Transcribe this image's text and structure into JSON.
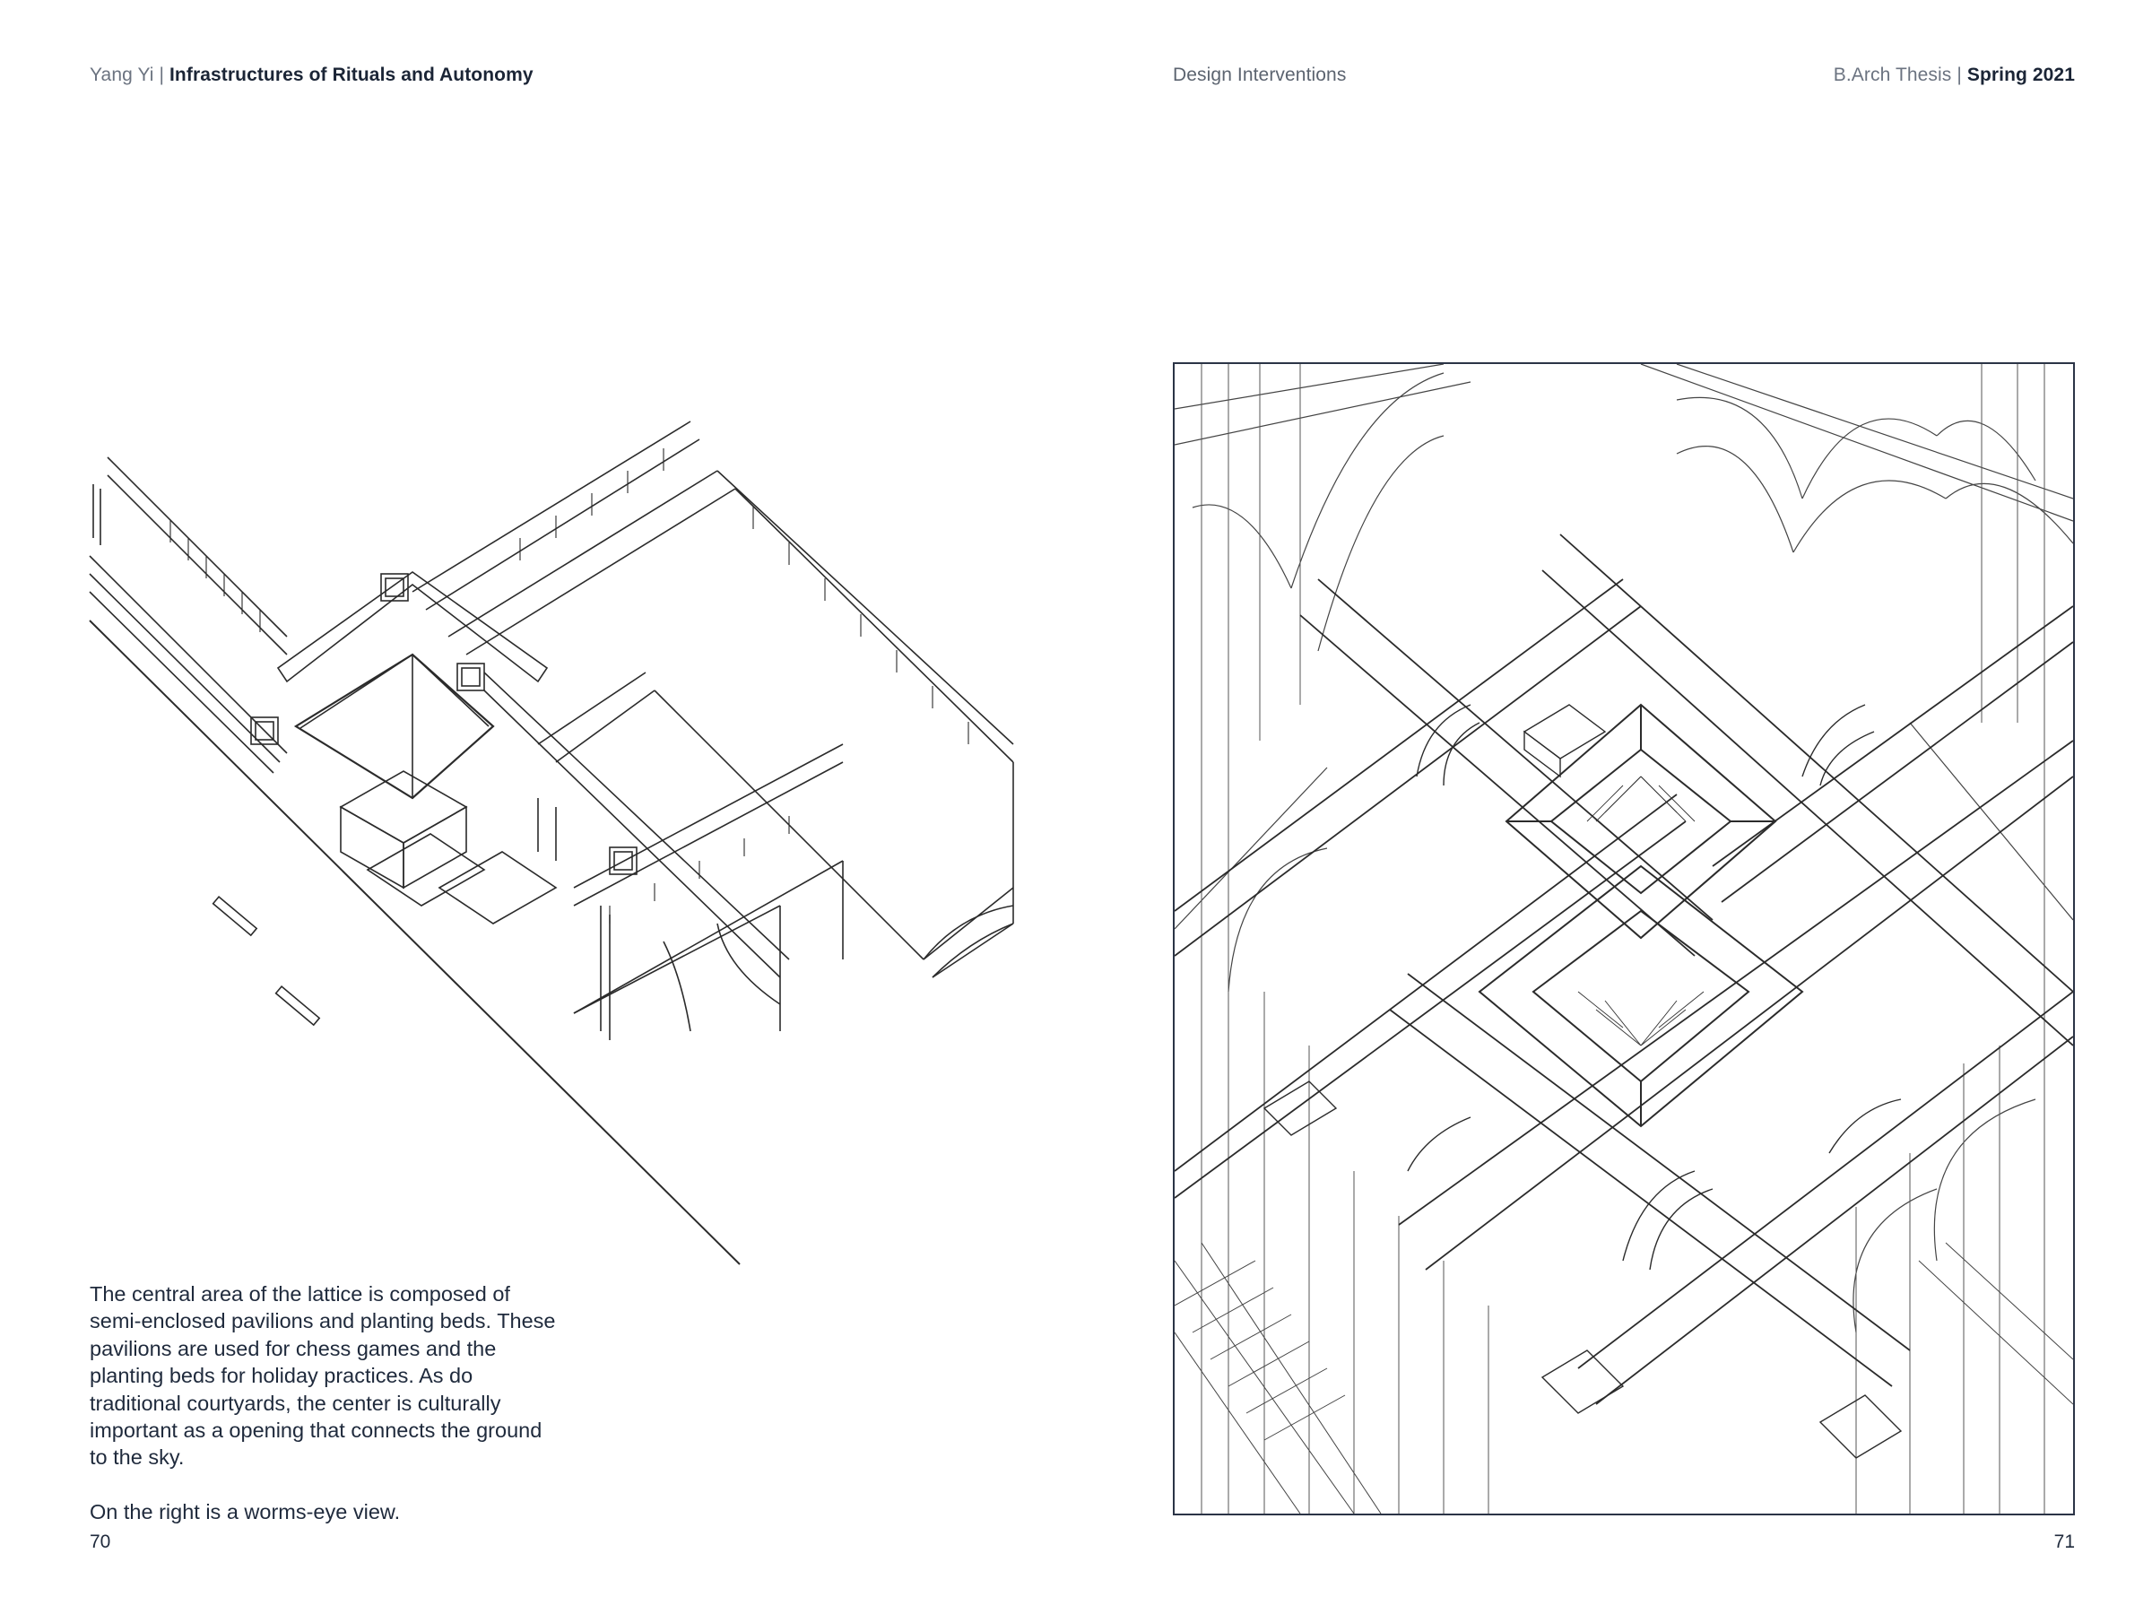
{
  "header": {
    "left_author": "Yang Yi",
    "left_separator": " | ",
    "left_title": "Infrastructures of Rituals and Autonomy",
    "center": "Design Interventions",
    "right_program": "B.Arch Thesis",
    "right_separator": " | ",
    "right_term": "Spring 2021"
  },
  "caption": {
    "paragraph_1": "The central area of the lattice is composed of semi-enclosed pavilions and planting beds. These pavilions are used for chess games and the planting beds for holiday practices. As do traditional courtyards, the center is culturally important as a opening that connects the ground to the sky.",
    "paragraph_2": "On the right is a worms-eye view."
  },
  "pages": {
    "left": "70",
    "right": "71"
  },
  "colors": {
    "ink": "#1f2a3c",
    "line": "#2b2b2b",
    "frame": "#2b3446",
    "muted": "#6b7380"
  }
}
